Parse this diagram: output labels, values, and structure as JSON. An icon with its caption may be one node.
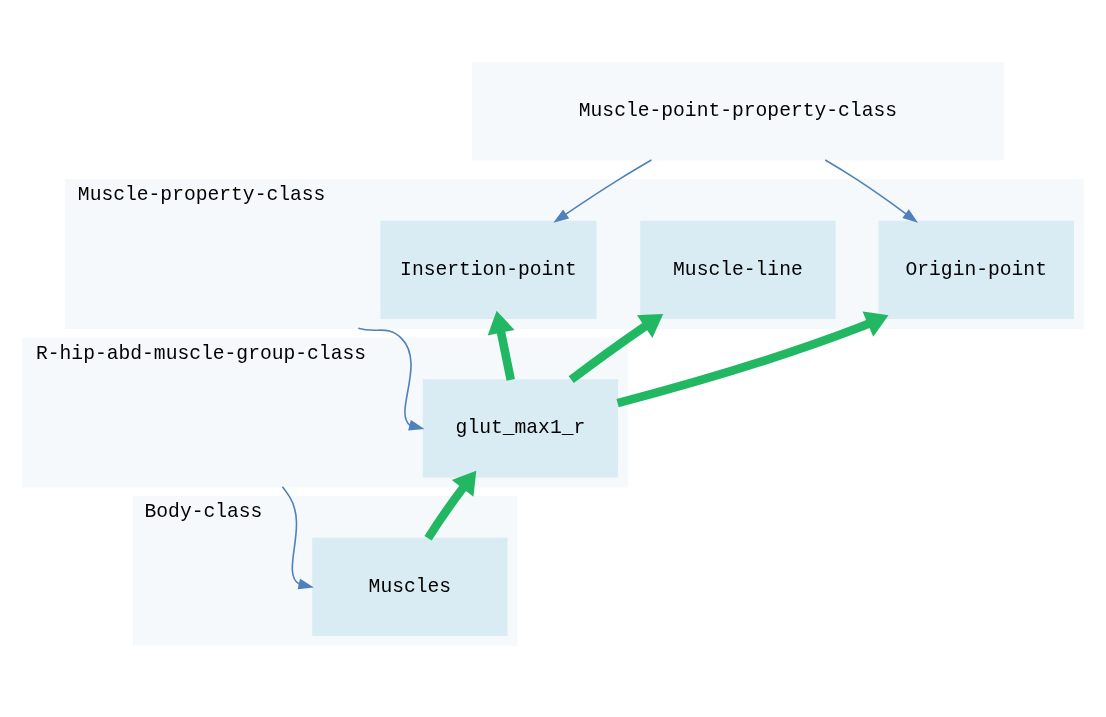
{
  "diagram": {
    "nodes": [
      {
        "text": [
          "Muscle-point-property-class"
        ]
      },
      {
        "text": [
          "Muscle-property-class"
        ]
      },
      {
        "text": [
          "Insertion-point"
        ],
        "in": 1
      },
      {
        "text": [
          "Muscle-line"
        ],
        "in": 1
      },
      {
        "text": [
          "Origin-point"
        ],
        "in": 1
      },
      {
        "text": [
          "R-hip-abd-muscle-group-class"
        ]
      },
      {
        "text": [
          "glut_max1_r"
        ],
        "in": 5
      },
      {
        "text": [
          "Body-class"
        ]
      },
      {
        "text": [
          "Muscles"
        ],
        "in": 7
      }
    ],
    "edges": [
      {
        "from": 0,
        "to": 2,
        "arrow": "to"
      },
      {
        "from": 0,
        "to": 4,
        "arrow": "to"
      },
      {
        "from": 1,
        "to": 6,
        "arrow": "to"
      },
      {
        "from": 5,
        "to": 8,
        "arrow": "to"
      },
      {
        "from": 6,
        "to": 2,
        "arrow": "to",
        "style": "thick",
        "color": "#22b863"
      },
      {
        "from": 6,
        "to": 3,
        "arrow": "to",
        "style": "thick",
        "color": "#22b863"
      },
      {
        "from": 6,
        "to": 4,
        "arrow": "to",
        "style": "thick",
        "color": "#22b863"
      },
      {
        "from": 8,
        "to": 6,
        "arrow": "to",
        "style": "thick",
        "color": "#22b863"
      }
    ]
  }
}
